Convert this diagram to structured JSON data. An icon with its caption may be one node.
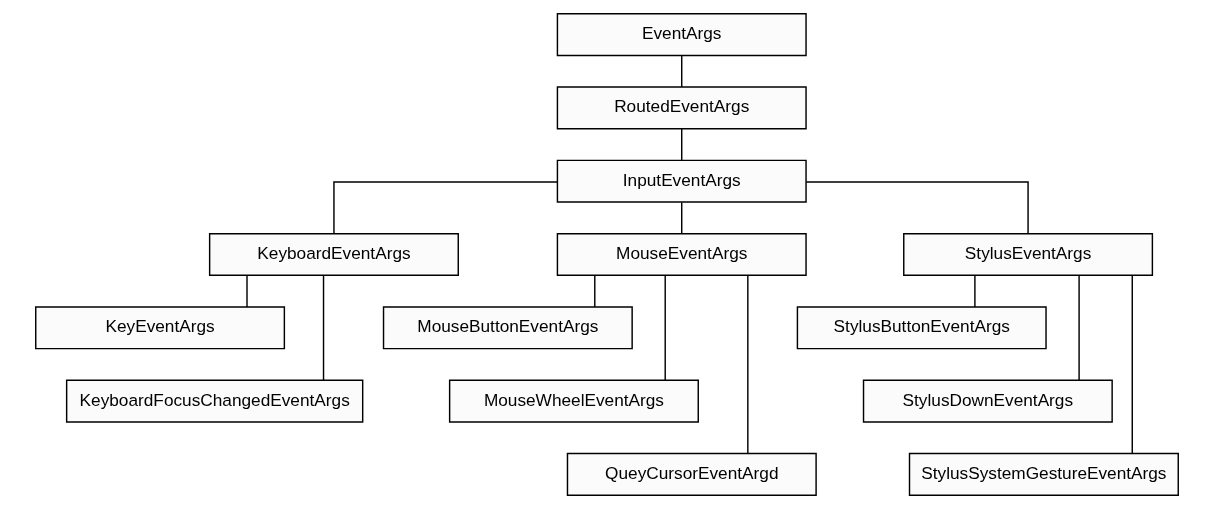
{
  "diagram": {
    "nodes": [
      {
        "text": [
          "EventArgs"
        ]
      },
      {
        "text": [
          "RoutedEventArgs"
        ]
      },
      {
        "text": [
          "InputEventArgs"
        ]
      },
      {
        "text": [
          "KeyboardEventArgs"
        ]
      },
      {
        "text": [
          "MouseEventArgs"
        ]
      },
      {
        "text": [
          "StylusEventArgs"
        ]
      },
      {
        "text": [
          "KeyEventArgs"
        ]
      },
      {
        "text": [
          "KeyboardFocusChangedEventArgs"
        ]
      },
      {
        "text": [
          "MouseButtonEventArgs"
        ]
      },
      {
        "text": [
          "MouseWheelEventArgs"
        ]
      },
      {
        "text": [
          "QueyCursorEventArgd"
        ]
      },
      {
        "text": [
          "StylusButtonEventArgs"
        ]
      },
      {
        "text": [
          "StylusDownEventArgs"
        ]
      },
      {
        "text": [
          "StylusSystemGestureEventArgs"
        ]
      }
    ],
    "edges": [
      {
        "from": 0,
        "to": 1,
        "arrow": "none"
      },
      {
        "from": 1,
        "to": 2,
        "arrow": "none"
      },
      {
        "from": 2,
        "to": 3,
        "arrow": "none"
      },
      {
        "from": 2,
        "to": 4,
        "arrow": "none"
      },
      {
        "from": 2,
        "to": 5,
        "arrow": "none"
      },
      {
        "from": 3,
        "to": 6,
        "arrow": "none"
      },
      {
        "from": 3,
        "to": 7,
        "arrow": "none"
      },
      {
        "from": 4,
        "to": 8,
        "arrow": "none"
      },
      {
        "from": 4,
        "to": 9,
        "arrow": "none"
      },
      {
        "from": 4,
        "to": 10,
        "arrow": "none"
      },
      {
        "from": 5,
        "to": 11,
        "arrow": "none"
      },
      {
        "from": 5,
        "to": 12,
        "arrow": "none"
      },
      {
        "from": 5,
        "to": 13,
        "arrow": "none"
      }
    ]
  }
}
